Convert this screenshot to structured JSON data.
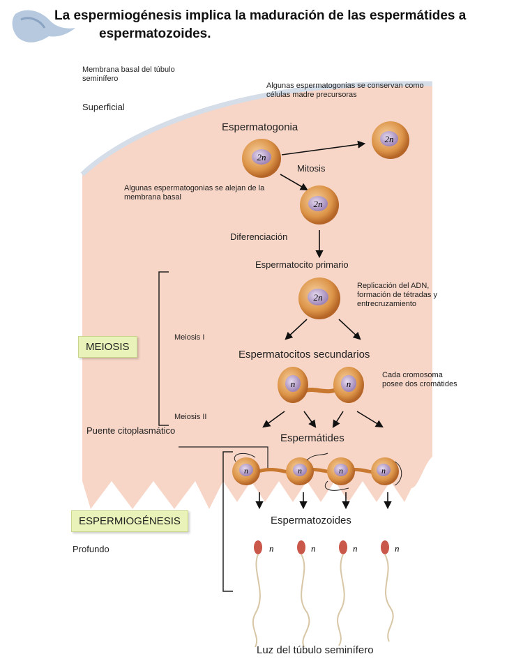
{
  "title": {
    "line1": "La espermiogénesis implica la maduración de las espermátides a",
    "line2": "espermatozoides."
  },
  "labels": {
    "membrana_basal": "Membrana basal del túbulo seminífero",
    "superficial": "Superficial",
    "algunas_conservan": "Algunas espermatogonias se conservan como células madre precursoras",
    "espermatogonia": "Espermatogonia",
    "mitosis": "Mitosis",
    "algunas_alejan": "Algunas espermatogonias se alejan de la membrana basal",
    "diferenciacion": "Diferenciación",
    "espermatocito_primario": "Espermatocito primario",
    "replicacion": "Replicación del ADN, formación de tétradas y entrecruzamiento",
    "meiosis_1": "Meiosis I",
    "espermatocitos_secundarios": "Espermatocitos secundarios",
    "cada_cromosoma": "Cada cromosoma posee dos cromátides",
    "meiosis_2": "Meiosis II",
    "puente": "Puente citoplasmático",
    "espermatides": "Espermátides",
    "espermatozoides": "Espermatozoides",
    "profundo": "Profundo",
    "luz": "Luz del túbulo seminífero"
  },
  "tags": {
    "meiosis": "MEIOSIS",
    "espermiogenesis": "ESPERMIOGÉNESIS"
  },
  "ploidy": {
    "diploid": "2n",
    "haploid": "n"
  },
  "colors": {
    "tissue": "#f8d6c7",
    "membrane": "#d5dde8",
    "cell_outer": "#c9782f",
    "cell_nucleus": "#b79bc8",
    "tag_bg": "#e9f2b8",
    "sperm_head": "#c9574a"
  }
}
